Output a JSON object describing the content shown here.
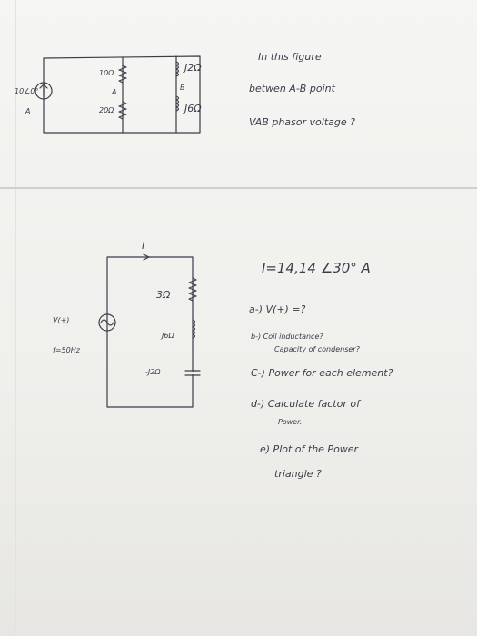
{
  "circuit1": {
    "source_label": "10∠0°",
    "node_a_bottom": "A",
    "r1": "10Ω",
    "node_a": "A",
    "r2": "20Ω",
    "z_top": "J2Ω",
    "node_b": "B",
    "z_bottom": "J6Ω"
  },
  "problem1": {
    "line1": "In this figure",
    "line2": "betwen A-B point",
    "line3": "VAB phasor voltage ?"
  },
  "circuit2": {
    "current_label": "I",
    "source_label": "V(+)",
    "frequency": "f=50Hz",
    "resistor": "3Ω",
    "inductor": "J6Ω",
    "capacitor": "-J2Ω"
  },
  "problem2": {
    "given": "I=14,14 ∠30° A",
    "qa": "a-) V(+) =?",
    "qb1": "b-) Coil inductance?",
    "qb2": "Capacity of condenser?",
    "qc": "C-) Power for each element?",
    "qd1": "d-) Calculate factor of",
    "qd2": "Power.",
    "qe1": "e) Plot of the Power",
    "qe2": "triangle ?"
  }
}
